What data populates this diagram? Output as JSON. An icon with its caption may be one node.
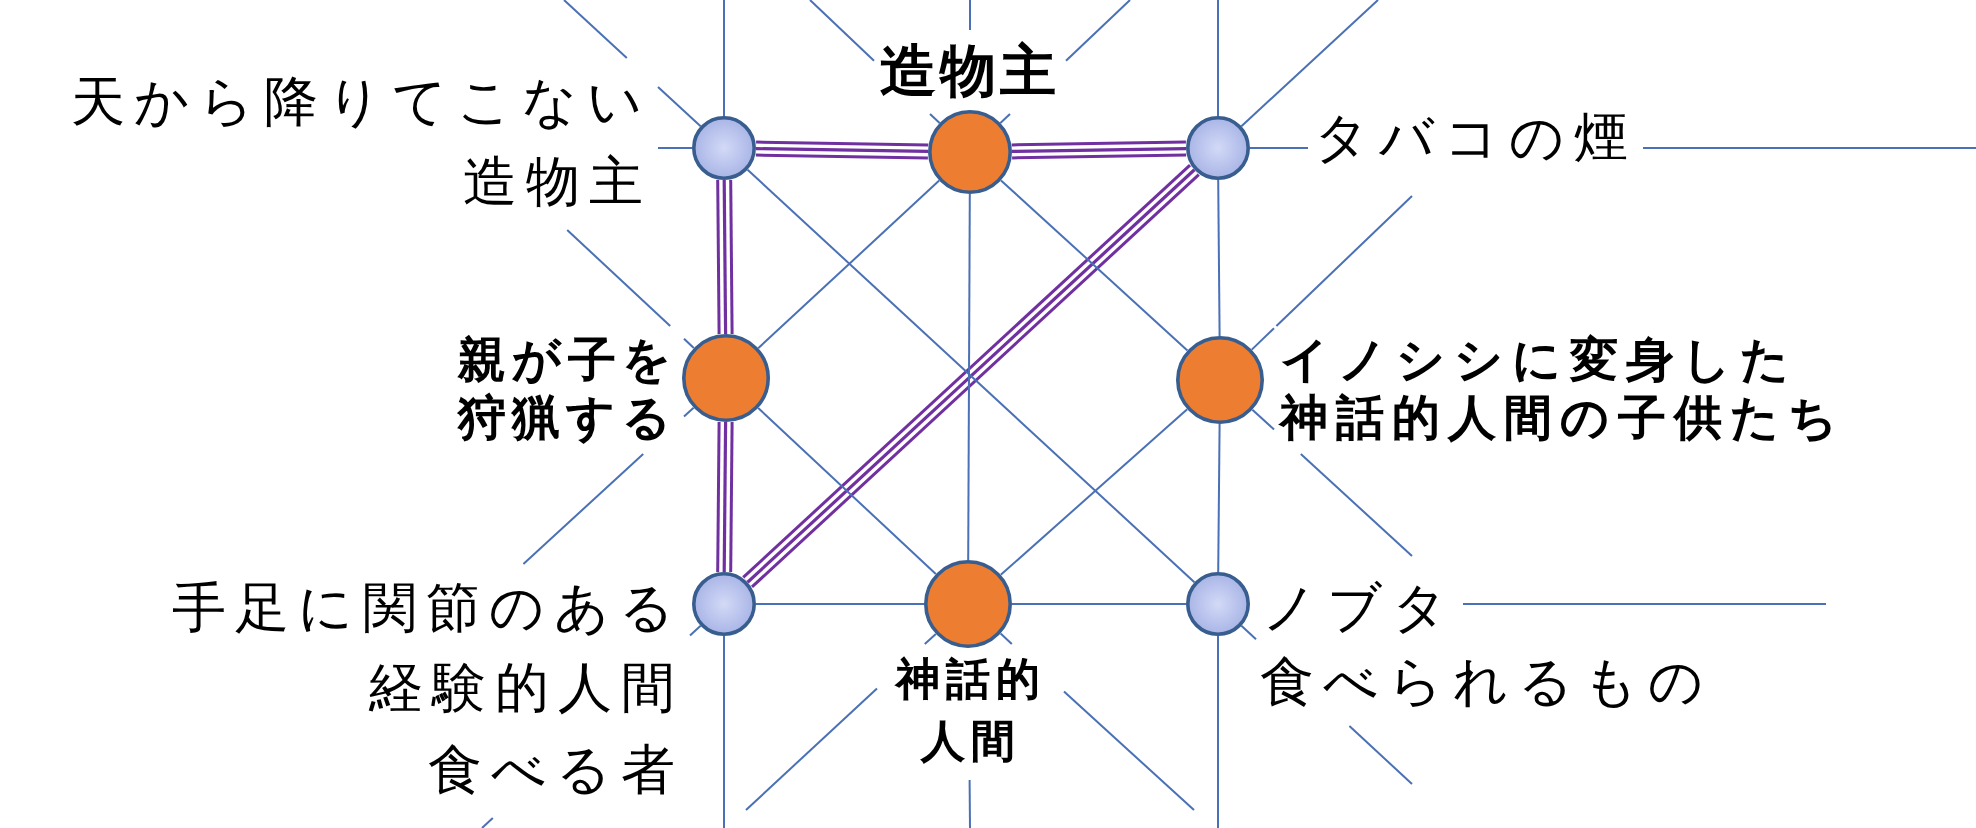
{
  "diagram": {
    "nodes": [
      {
        "text": [],
        "shape": "circle",
        "beside": [
          "天から降りてこない造物主"
        ]
      },
      {
        "text": [],
        "shape": "circle",
        "beside": [
          "造物主"
        ]
      },
      {
        "text": [],
        "shape": "circle",
        "beside": [
          "タバコの煙"
        ]
      },
      {
        "text": [],
        "shape": "circle",
        "beside": [
          "親が子を狩猟する"
        ]
      },
      {
        "text": [],
        "shape": "circle",
        "beside": [
          "イノシシに変身した神話的人間の子供たち"
        ]
      },
      {
        "text": [],
        "shape": "circle",
        "beside": [
          "手足に関節のある経験的人間",
          "食べる者"
        ]
      },
      {
        "text": [],
        "shape": "circle",
        "beside": [
          "神話的人間"
        ]
      },
      {
        "text": [],
        "shape": "circle",
        "beside": [
          "ノブタ",
          "食べられるもの"
        ]
      }
    ],
    "edges": [
      {
        "from": 0,
        "to": 1,
        "arrow": "none",
        "style": "thick",
        "color": "#7030a0"
      },
      {
        "from": 1,
        "to": 2,
        "arrow": "none",
        "style": "thick",
        "color": "#7030a0"
      },
      {
        "from": 0,
        "to": 3,
        "arrow": "none",
        "style": "thick",
        "color": "#7030a0"
      },
      {
        "from": 3,
        "to": 5,
        "arrow": "none",
        "style": "thick",
        "color": "#7030a0"
      },
      {
        "from": 5,
        "to": 2,
        "arrow": "none",
        "style": "thick",
        "color": "#7030a0"
      },
      {
        "from": 1,
        "to": 3,
        "arrow": "none"
      },
      {
        "from": 1,
        "to": 4,
        "arrow": "none"
      },
      {
        "from": 1,
        "to": 6,
        "arrow": "none"
      },
      {
        "from": 0,
        "to": 7,
        "arrow": "none"
      },
      {
        "from": 2,
        "to": 4,
        "arrow": "none"
      },
      {
        "from": 3,
        "to": 6,
        "arrow": "none"
      },
      {
        "from": 4,
        "to": 6,
        "arrow": "none"
      },
      {
        "from": 4,
        "to": 7,
        "arrow": "none"
      },
      {
        "from": 5,
        "to": 6,
        "arrow": "none"
      },
      {
        "from": 6,
        "to": 7,
        "arrow": "none"
      }
    ]
  }
}
